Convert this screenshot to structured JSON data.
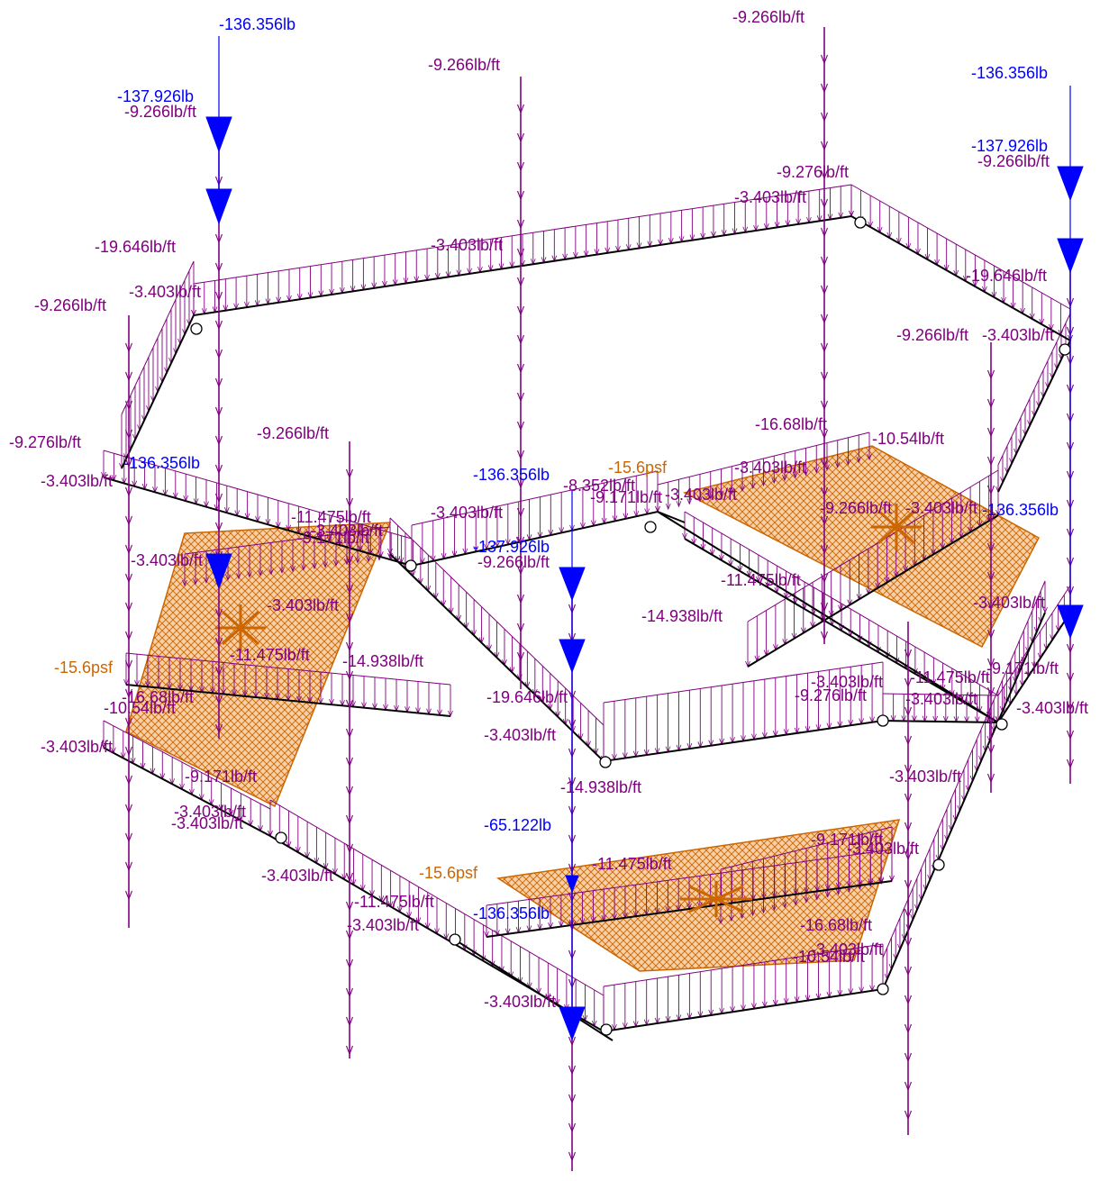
{
  "colors": {
    "line_load": "#800080",
    "point_load": "#0000ff",
    "area_load": "#cc6600",
    "area_fill": "#f4c8a0",
    "member": "#000000"
  },
  "labels": {
    "t01": "-136.356lb",
    "t02": "-9.266lb/ft",
    "t03": "-9.266lb/ft",
    "t04": "-136.356lb",
    "t05": "-137.926lb",
    "t06": "-9.266lb/ft",
    "t07": "-137.926lb",
    "t08": "-9.266lb/ft",
    "t09": "-9.276lb/ft",
    "t10": "-3.403lb/ft",
    "t11": "-3.403lb/ft",
    "t12": "-19.646lb/ft",
    "t13": "-3.403lb/ft",
    "t14": "-9.266lb/ft",
    "t15": "-19.646lb/ft",
    "t16": "-9.266lb/ft",
    "t17": "-3.403lb/ft",
    "t18": "-9.276lb/ft",
    "t19": "-3.403lb/ft",
    "t20": "-136.356lb",
    "t21": "-9.266lb/ft",
    "t22": "-136.356lb",
    "t23": "-16.68lb/ft",
    "t24": "-10.54lb/ft",
    "t25": "-15.6psf",
    "t26": "-3.403lb/ft",
    "t27": "-8.352lb/ft",
    "t28": "-9.171lb/ft",
    "t29": "-3.403lb/ft",
    "t30": "-11.475lb/ft",
    "t31": "-3.403lb/ft",
    "t32": "-9.171lb/ft",
    "t33": "-3.403lb/ft",
    "t34": "-137.926lb",
    "t35": "-9.266lb/ft",
    "t36": "-3.403lb/ft",
    "t37": "-9.266lb/ft",
    "t38": "-3.403lb/ft",
    "t39": "-136.356lb",
    "t40": "-11.475lb/ft",
    "t41": "-14.938lb/ft",
    "t42": "-3.403lb/ft",
    "t43": "-3.403lb/ft",
    "t44": "-15.6psf",
    "t45": "-11.475lb/ft",
    "t46": "-14.938lb/ft",
    "t47": "-16.68lb/ft",
    "t48": "-10.54lb/ft",
    "t49": "-19.646lb/ft",
    "t50": "-3.403lb/ft",
    "t51": "-9.276lb/ft",
    "t52": "-3.403lb/ft",
    "t53": "-11.475lb/ft",
    "t54": "-9.171lb/ft",
    "t55": "-3.403lb/ft",
    "t56": "-3.403lb/ft",
    "t57": "-3.403lb/ft",
    "t58": "-9.171lb/ft",
    "t59": "-3.403lb/ft",
    "t60": "-3.403lb/ft",
    "t61": "-14.938lb/ft",
    "t62": "-3.403lb/ft",
    "t63": "-65.122lb",
    "t64": "-9.171lb/ft",
    "t65": "-3.403lb/ft",
    "t66": "-15.6psf",
    "t67": "-11.475lb/ft",
    "t68": "-3.403lb/ft",
    "t69": "-11.475lb/ft",
    "t70": "-3.403lb/ft",
    "t71": "-136.356lb",
    "t72": "-16.68lb/ft",
    "t73": "-10.54lb/ft",
    "t74": "-3.403lb/ft",
    "t75": "-3.403lb/ft"
  }
}
